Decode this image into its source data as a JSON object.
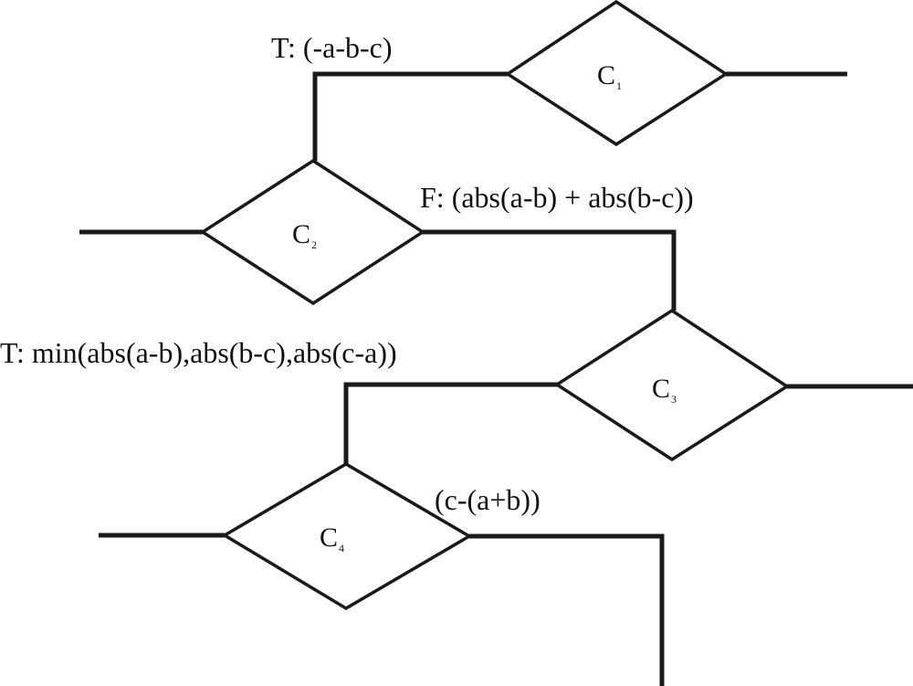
{
  "nodes": [
    {
      "id": "c1",
      "letter": "C",
      "index": "1"
    },
    {
      "id": "c2",
      "letter": "C",
      "index": "2"
    },
    {
      "id": "c3",
      "letter": "C",
      "index": "3"
    },
    {
      "id": "c4",
      "letter": "C",
      "index": "4"
    }
  ],
  "edges": [
    {
      "id": "c1-true-branch",
      "label": "T: (-a-b-c)"
    },
    {
      "id": "c2-false-branch",
      "label": "F: (abs(a-b) + abs(b-c))"
    },
    {
      "id": "c3-true-branch",
      "label": "T: min(abs(a-b),abs(b-c),abs(c-a))"
    },
    {
      "id": "c4-branch",
      "label": "(c-(a+b))"
    }
  ],
  "colors": {
    "stroke": "#1a1a1a",
    "background": "#ffffff",
    "text": "#111111"
  }
}
